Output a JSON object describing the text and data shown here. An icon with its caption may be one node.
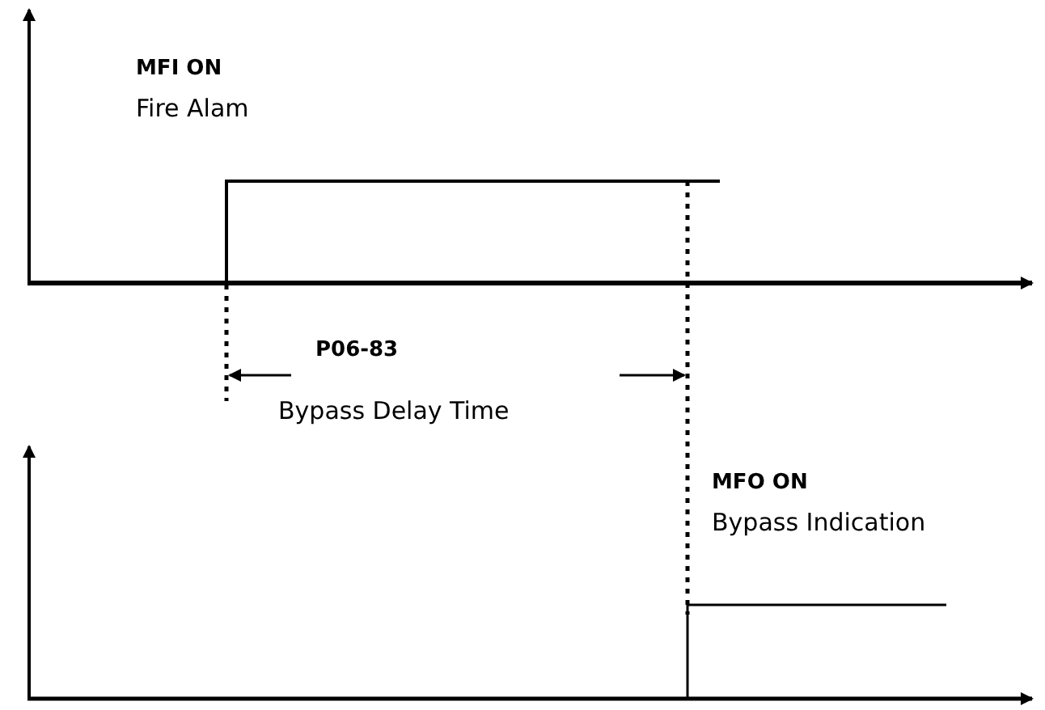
{
  "diagram": {
    "labels": [
      "MFI ON",
      "Fire Alam",
      "P06-83",
      "Bypass Delay Time",
      "MFO ON",
      "Bypass Indication"
    ]
  }
}
